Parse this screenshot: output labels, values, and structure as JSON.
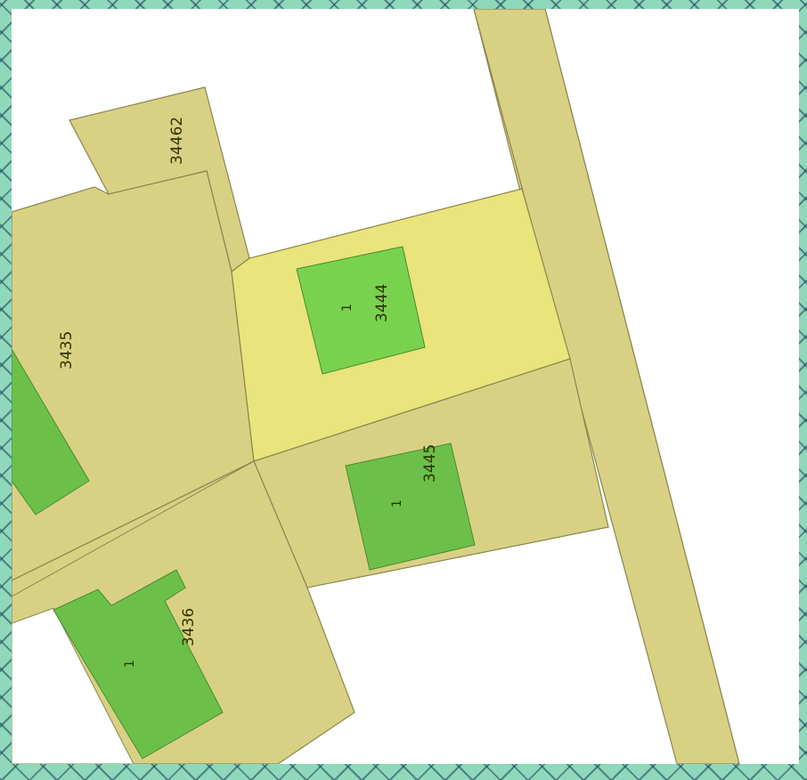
{
  "map": {
    "parcels": [
      {
        "id": "p-34462",
        "label": "34462"
      },
      {
        "id": "p-3435",
        "label": "3435"
      },
      {
        "id": "p-3444",
        "label": "3444"
      },
      {
        "id": "p-3445",
        "label": "3445"
      },
      {
        "id": "p-3436",
        "label": "3436"
      }
    ],
    "buildings": [
      {
        "id": "b-3444",
        "label": "1"
      },
      {
        "id": "b-3445",
        "label": "1"
      },
      {
        "id": "b-3436",
        "label": "1"
      }
    ],
    "colors": {
      "parcel_fill": "#d8d184",
      "parcel_highlight_fill": "#e9e47b",
      "building_fill": "#6cc04a",
      "building_light_fill": "#78d24e",
      "outline": "#8a8650",
      "background": "#ffffff",
      "frame": "#8fd8bc"
    }
  }
}
